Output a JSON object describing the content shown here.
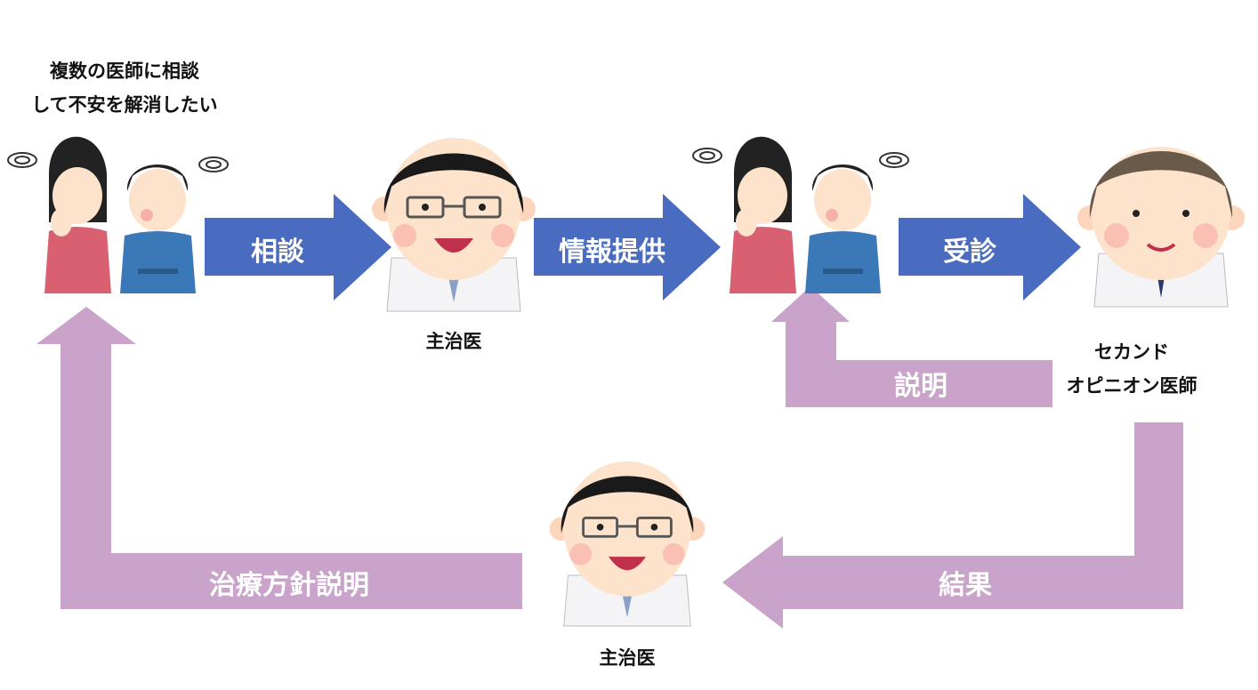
{
  "title_text": {
    "line1": "複数の医師に相談",
    "line2": "して不安を解消したい"
  },
  "labels": {
    "primary_doctor_top": "主治医",
    "second_opinion_line1": "セカンド",
    "second_opinion_line2": "オピニオン医師",
    "primary_doctor_bottom": "主治医"
  },
  "arrows": {
    "consult": "相談",
    "info": "情報提供",
    "visit": "受診",
    "explain": "説明",
    "result": "結果",
    "treatment": "治療方針説明"
  },
  "colors": {
    "blue_arrow": "#4a6cc0",
    "purple_arrow": "#c9a3c9"
  }
}
